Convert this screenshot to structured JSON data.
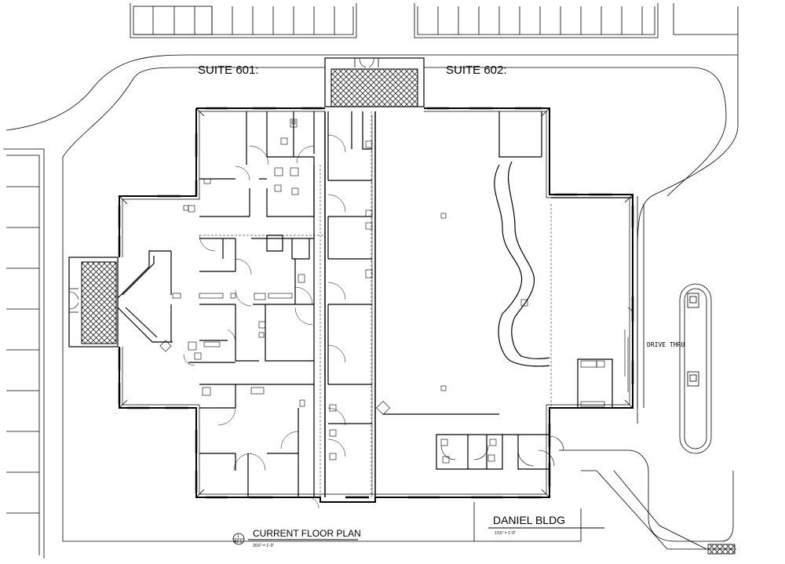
{
  "labels": {
    "suite_601": "SUITE 601:",
    "suite_602": "SUITE 602:",
    "drive_thru": "DRIVE THRU",
    "current_floor_plan": "CURRENT FLOOR PLAN",
    "building_name": "DANIEL BLDG",
    "building_scale": "1/16\" = 1'-0\"",
    "section_top": "1",
    "section_bottom": "A2.1",
    "plan_scale": "3/16\" = 1'-0\""
  }
}
